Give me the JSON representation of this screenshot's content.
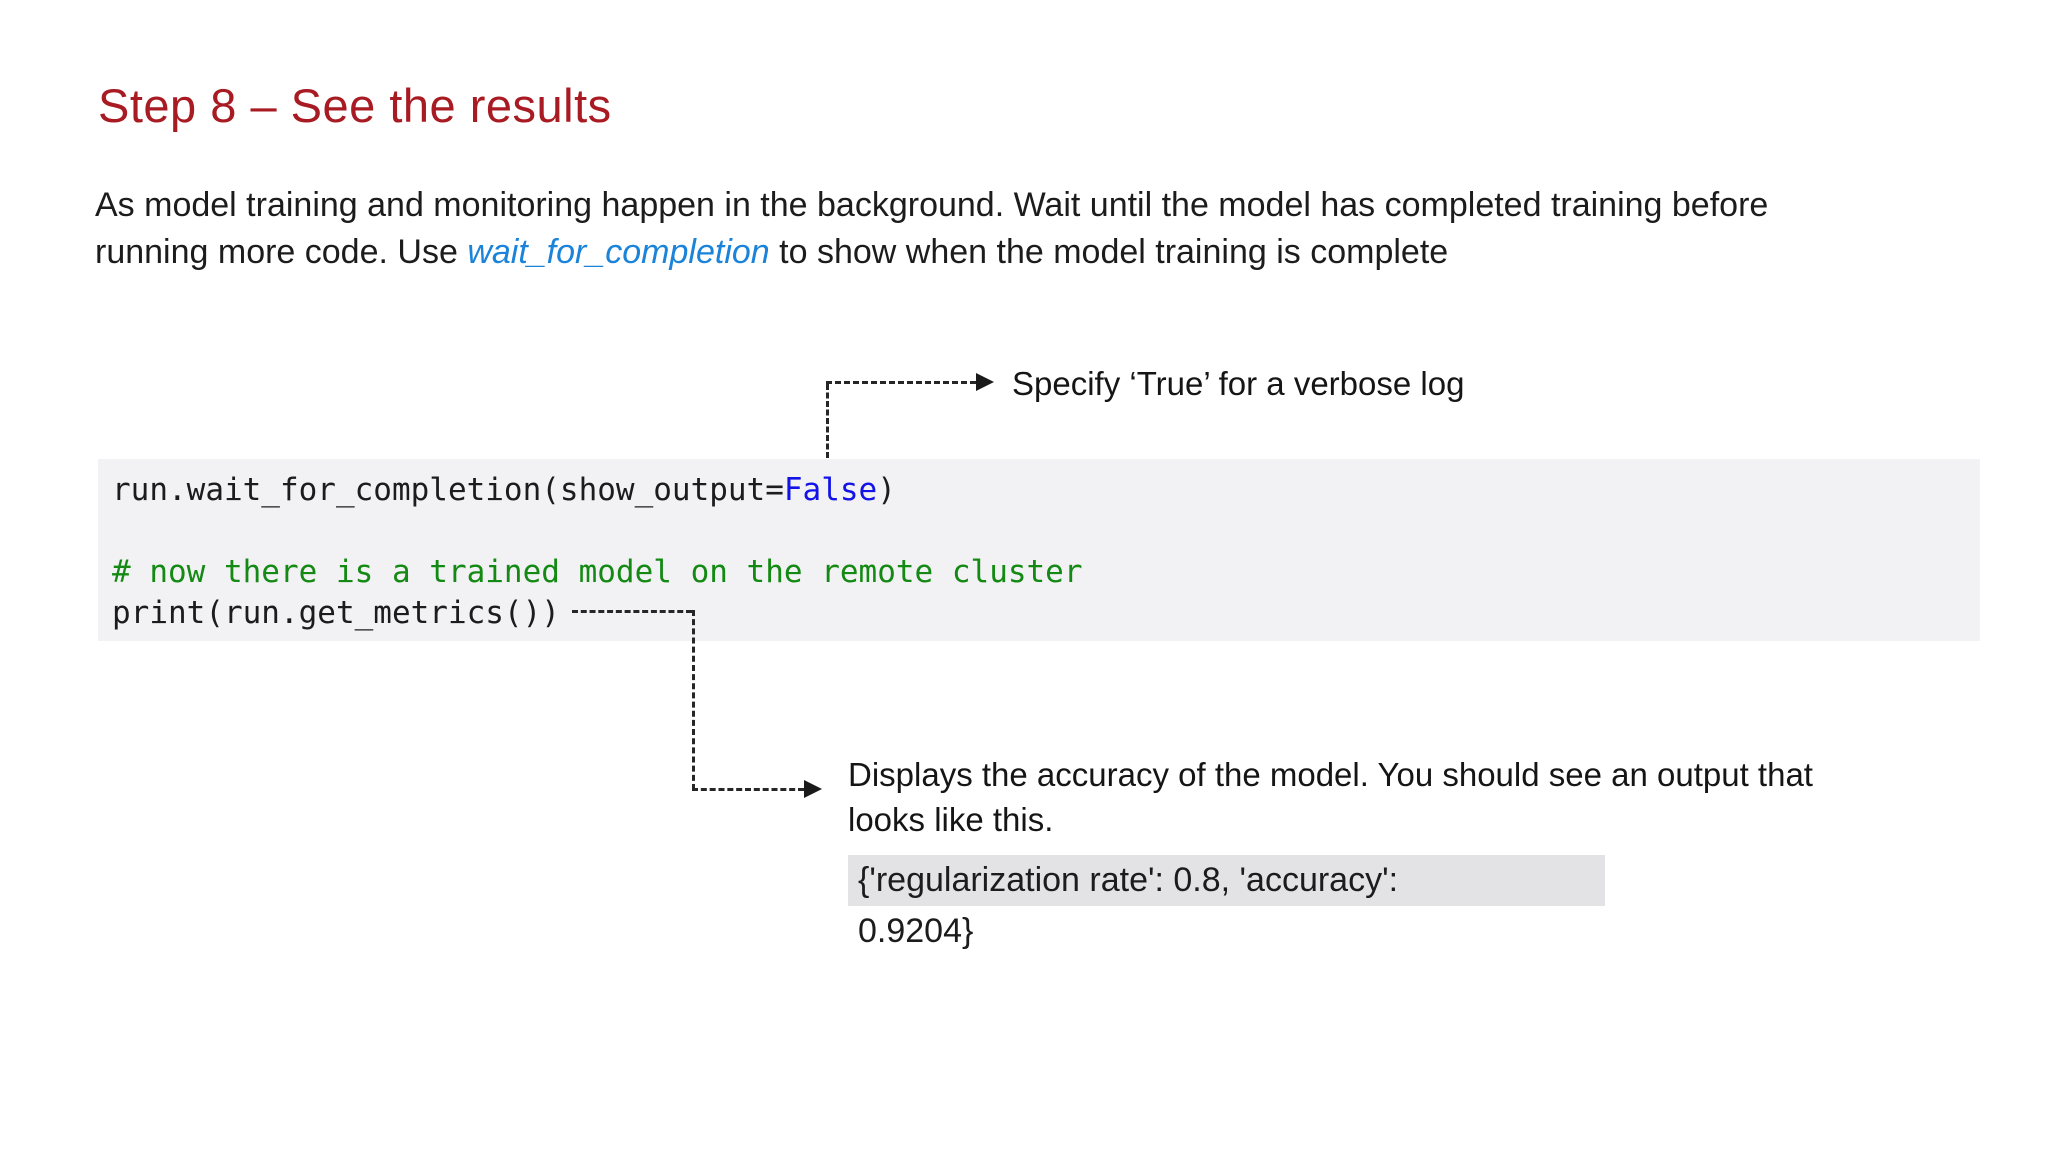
{
  "slide": {
    "title": "Step 8 – See the results",
    "intro": {
      "line1": "As model training and monitoring happen in the background. Wait until the model has completed training before",
      "line2_before": "running more code. Use ",
      "link_text": "wait_for_completion",
      "line2_after": " to show when the model training is complete"
    },
    "annotations": {
      "verbose_note": "Specify ‘True’ for a verbose log",
      "accuracy_note_line1": "Displays the accuracy of the model. You should see an output that",
      "accuracy_note_line2": "looks like this."
    },
    "code": {
      "line1_pre": "run.wait_for_completion(show_output=",
      "line1_keyword": "False",
      "line1_post": ")",
      "comment": "# now there is a trained model on the remote cluster",
      "line4": "print(run.get_metrics())"
    },
    "output": {
      "line1": "{'regularization rate': 0.8, 'accuracy':",
      "line2": "0.9204}"
    },
    "colors": {
      "title_red": "#a91b23",
      "link_blue": "#1b83d9",
      "code_keyword_blue": "#1313e8",
      "code_comment_green": "#148a14",
      "code_bg": "#f2f1f3",
      "output_bg": "#e3e2e4"
    }
  }
}
